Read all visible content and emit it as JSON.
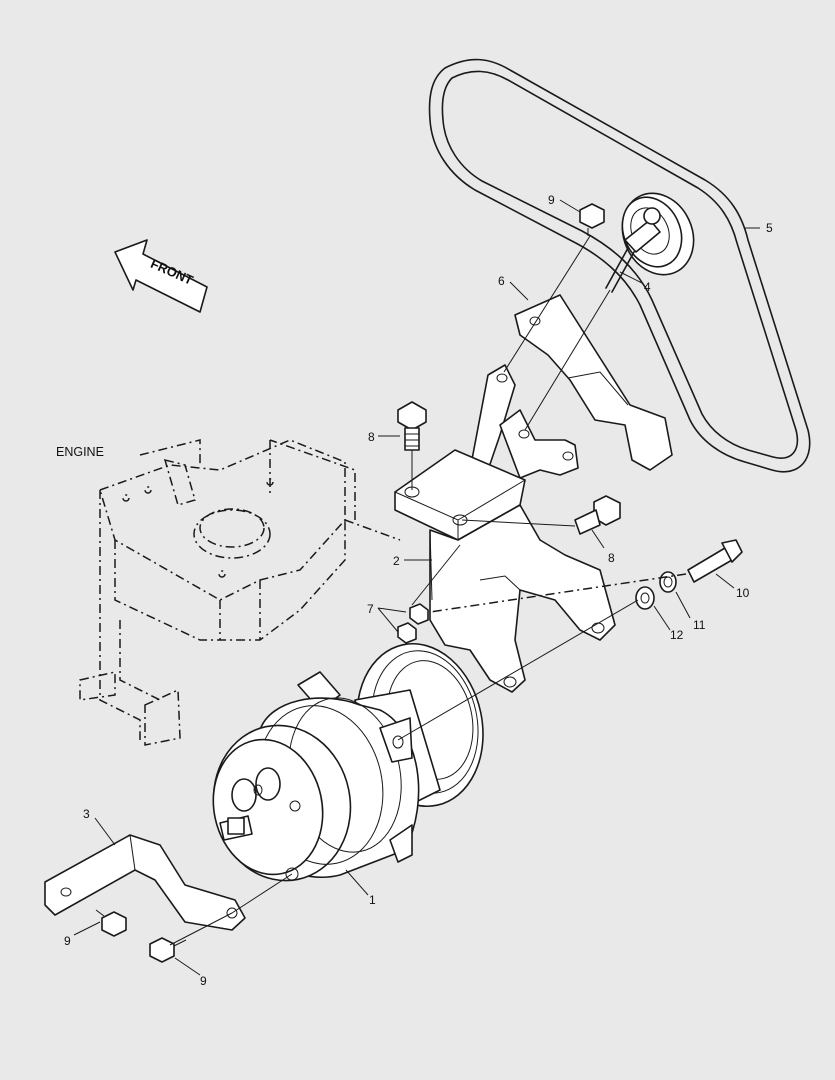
{
  "engine_label": "ENGINE",
  "front_label": "FRONT",
  "callouts": {
    "c1": "1",
    "c2": "2",
    "c3": "3",
    "c4": "4",
    "c5": "5",
    "c6": "6",
    "c7": "7",
    "c8a": "8",
    "c8b": "8",
    "c9a": "9",
    "c9b": "9",
    "c9c": "9",
    "c10": "10",
    "c11": "11",
    "c12": "12"
  }
}
